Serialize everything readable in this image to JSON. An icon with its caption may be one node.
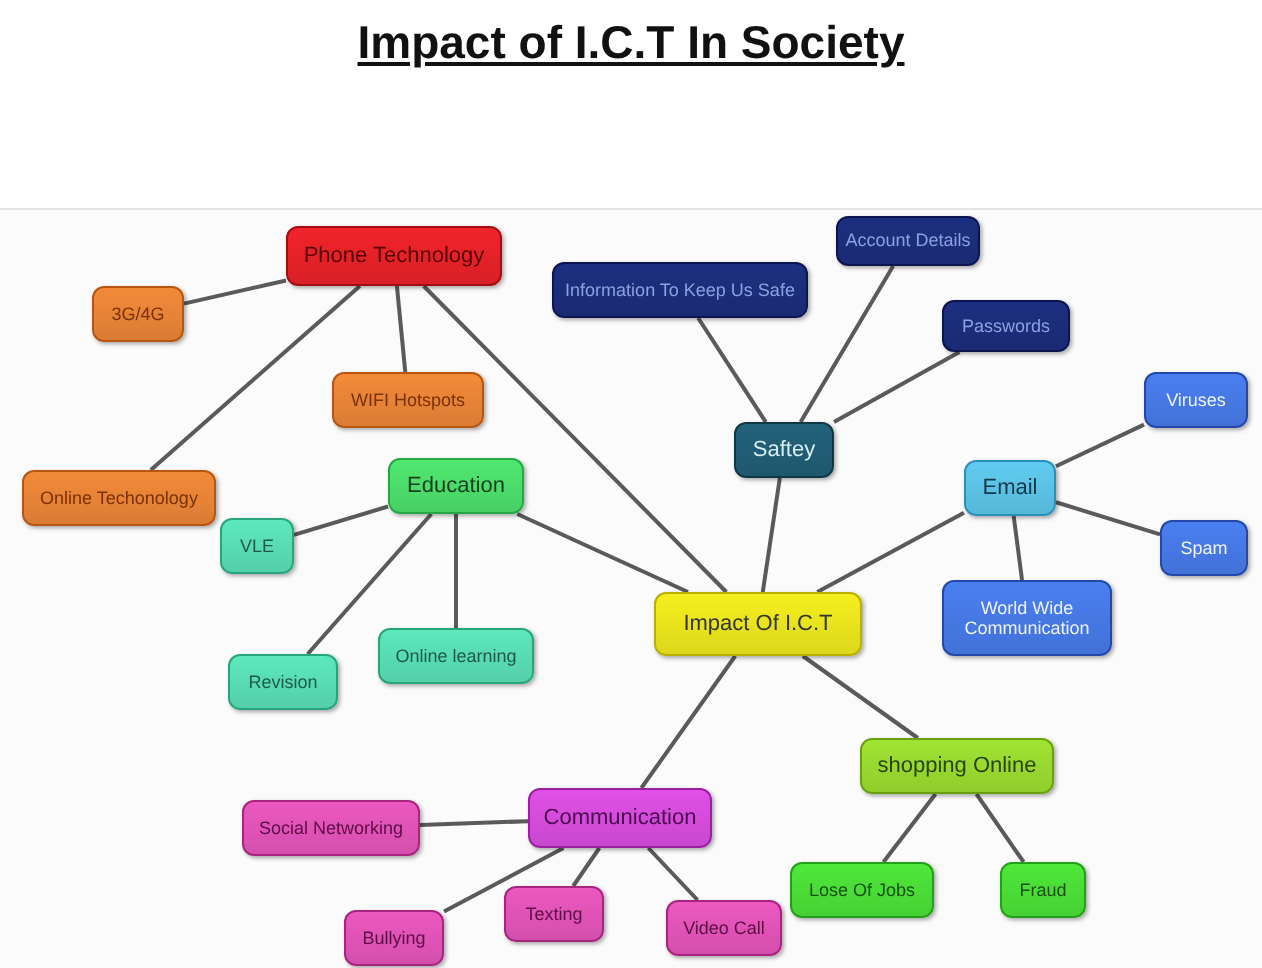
{
  "diagram": {
    "title": "Impact of I.C.T In Society",
    "nodes": [
      {
        "text": [
          "Impact Of I.C.T"
        ]
      },
      {
        "text": [
          "Phone Technology"
        ]
      },
      {
        "text": [
          "3G/4G"
        ]
      },
      {
        "text": [
          "WIFI Hotspots"
        ]
      },
      {
        "text": [
          "Online Techonology"
        ]
      },
      {
        "text": [
          "Education"
        ]
      },
      {
        "text": [
          "VLE"
        ]
      },
      {
        "text": [
          "Revision"
        ]
      },
      {
        "text": [
          "Online learning"
        ]
      },
      {
        "text": [
          "Saftey"
        ]
      },
      {
        "text": [
          "Information To Keep Us Safe"
        ]
      },
      {
        "text": [
          "Account Details"
        ]
      },
      {
        "text": [
          "Passwords"
        ]
      },
      {
        "text": [
          "Email"
        ]
      },
      {
        "text": [
          "Viruses"
        ]
      },
      {
        "text": [
          "Spam"
        ]
      },
      {
        "text": [
          "World Wide Communication"
        ]
      },
      {
        "text": [
          "shopping Online"
        ]
      },
      {
        "text": [
          "Lose Of Jobs"
        ]
      },
      {
        "text": [
          "Fraud"
        ]
      },
      {
        "text": [
          "Communication"
        ]
      },
      {
        "text": [
          "Social Networking"
        ]
      },
      {
        "text": [
          "Bullying"
        ]
      },
      {
        "text": [
          "Texting"
        ]
      },
      {
        "text": [
          "Video Call"
        ]
      }
    ],
    "edges": [
      {
        "from": 1,
        "to": 0,
        "arrow": "none"
      },
      {
        "from": 1,
        "to": 2,
        "arrow": "none"
      },
      {
        "from": 1,
        "to": 3,
        "arrow": "none"
      },
      {
        "from": 1,
        "to": 4,
        "arrow": "none"
      },
      {
        "from": 5,
        "to": 0,
        "arrow": "none"
      },
      {
        "from": 5,
        "to": 6,
        "arrow": "none"
      },
      {
        "from": 5,
        "to": 7,
        "arrow": "none"
      },
      {
        "from": 5,
        "to": 8,
        "arrow": "none"
      },
      {
        "from": 9,
        "to": 0,
        "arrow": "none"
      },
      {
        "from": 9,
        "to": 10,
        "arrow": "none"
      },
      {
        "from": 9,
        "to": 11,
        "arrow": "none"
      },
      {
        "from": 9,
        "to": 12,
        "arrow": "none"
      },
      {
        "from": 13,
        "to": 0,
        "arrow": "none"
      },
      {
        "from": 13,
        "to": 14,
        "arrow": "none"
      },
      {
        "from": 13,
        "to": 15,
        "arrow": "none"
      },
      {
        "from": 13,
        "to": 16,
        "arrow": "none"
      },
      {
        "from": 0,
        "to": 17,
        "arrow": "none"
      },
      {
        "from": 17,
        "to": 18,
        "arrow": "none"
      },
      {
        "from": 17,
        "to": 19,
        "arrow": "none"
      },
      {
        "from": 0,
        "to": 20,
        "arrow": "none"
      },
      {
        "from": 20,
        "to": 21,
        "arrow": "none"
      },
      {
        "from": 20,
        "to": 22,
        "arrow": "none"
      },
      {
        "from": 20,
        "to": 23,
        "arrow": "none"
      },
      {
        "from": 20,
        "to": 24,
        "arrow": "none"
      }
    ]
  }
}
